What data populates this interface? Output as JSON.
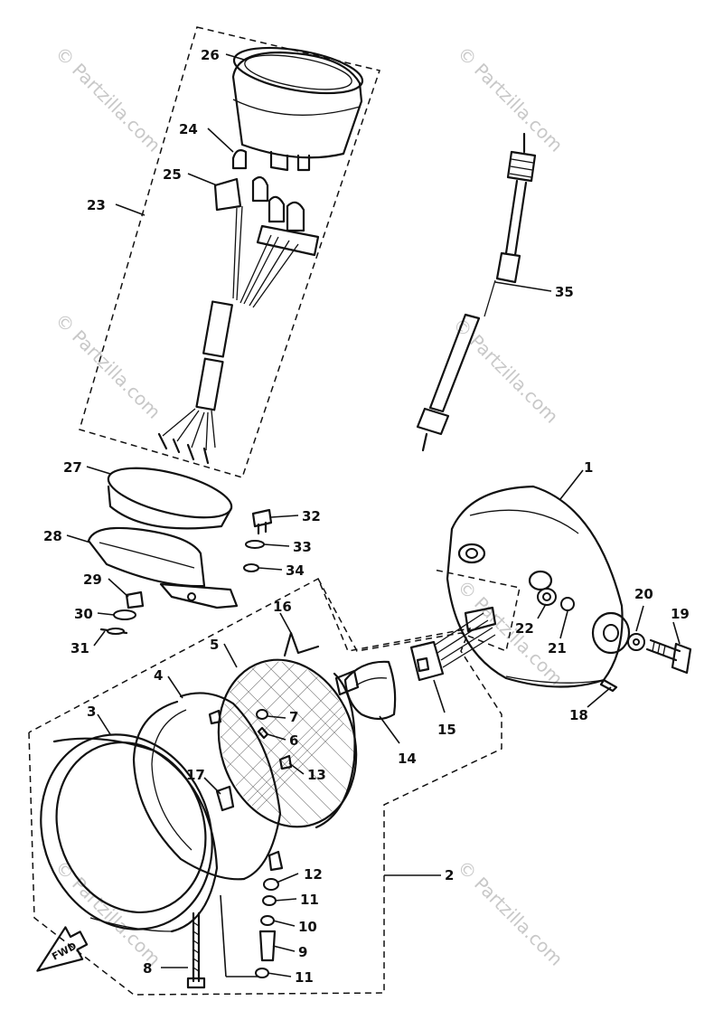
{
  "watermark": "© Partzilla.com",
  "callouts": {
    "c1": "1",
    "c2": "2",
    "c3": "3",
    "c4": "4",
    "c5": "5",
    "c6": "6",
    "c7": "7",
    "c8": "8",
    "c9": "9",
    "c10": "10",
    "c11a": "11",
    "c11b": "11",
    "c12": "12",
    "c13": "13",
    "c14": "14",
    "c15": "15",
    "c16": "16",
    "c17": "17",
    "c18": "18",
    "c19": "19",
    "c20": "20",
    "c21": "21",
    "c22": "22",
    "c23": "23",
    "c24": "24",
    "c25": "25",
    "c26": "26",
    "c27": "27",
    "c28": "28",
    "c29": "29",
    "c30": "30",
    "c31": "31",
    "c32": "32",
    "c33": "33",
    "c34": "34",
    "c35": "35"
  },
  "fwd_label": "FWD"
}
